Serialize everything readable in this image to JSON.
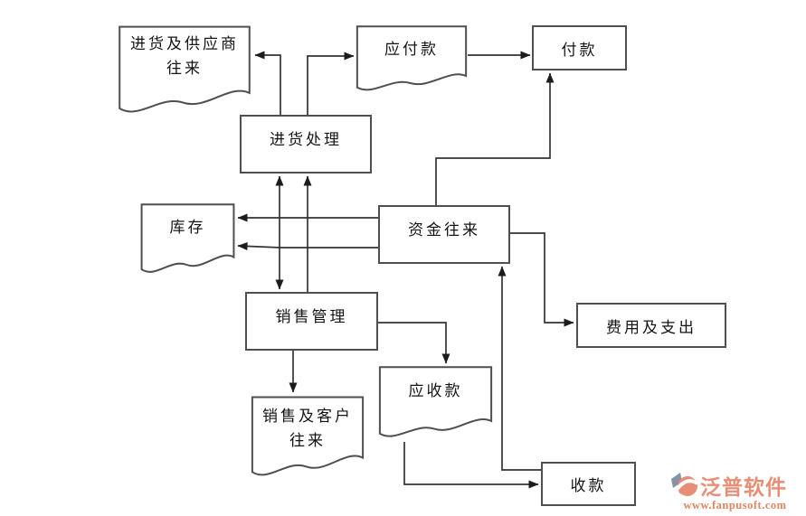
{
  "diagram": {
    "nodes": {
      "purchase_supplier": {
        "line1": "进货及供应商",
        "line2": "往来",
        "shape": "document"
      },
      "payable": {
        "label": "应付款",
        "shape": "document"
      },
      "payment": {
        "label": "付款",
        "shape": "process"
      },
      "purchase_processing": {
        "label": "进货处理",
        "shape": "process"
      },
      "inventory": {
        "label": "库存",
        "shape": "document"
      },
      "capital": {
        "label": "资金往来",
        "shape": "process"
      },
      "sales_management": {
        "label": "销售管理",
        "shape": "process"
      },
      "expenses": {
        "label": "费用及支出",
        "shape": "process"
      },
      "receivable": {
        "label": "应收款",
        "shape": "document"
      },
      "sales_customer": {
        "line1": "销售及客户",
        "line2": "往来",
        "shape": "document"
      },
      "receipt": {
        "label": "收款",
        "shape": "process"
      }
    },
    "edges": [
      {
        "from": "purchase_processing",
        "to": "purchase_supplier"
      },
      {
        "from": "purchase_processing",
        "to": "payable"
      },
      {
        "from": "payable",
        "to": "payment"
      },
      {
        "from": "capital",
        "to": "payment"
      },
      {
        "from": "purchase_processing",
        "to": "sales_management",
        "bidirectional": true
      },
      {
        "from": "sales_management",
        "to": "purchase_processing"
      },
      {
        "from": "capital",
        "to": "inventory"
      },
      {
        "from": "capital",
        "to": "inventory"
      },
      {
        "from": "sales_management",
        "to": "receivable"
      },
      {
        "from": "sales_management",
        "to": "sales_customer"
      },
      {
        "from": "receivable",
        "to": "receipt"
      },
      {
        "from": "receipt",
        "to": "capital"
      },
      {
        "from": "capital",
        "to": "expenses"
      }
    ],
    "colors": {
      "line": "#333333",
      "border": "#4f4f4f",
      "text": "#141414"
    }
  },
  "logo": {
    "brand": "泛普软件",
    "url": "www.fanpusoft.com",
    "colors": {
      "coral": "#e78e76",
      "url_coral": "#e0855f",
      "slate": "#8593a8"
    }
  }
}
